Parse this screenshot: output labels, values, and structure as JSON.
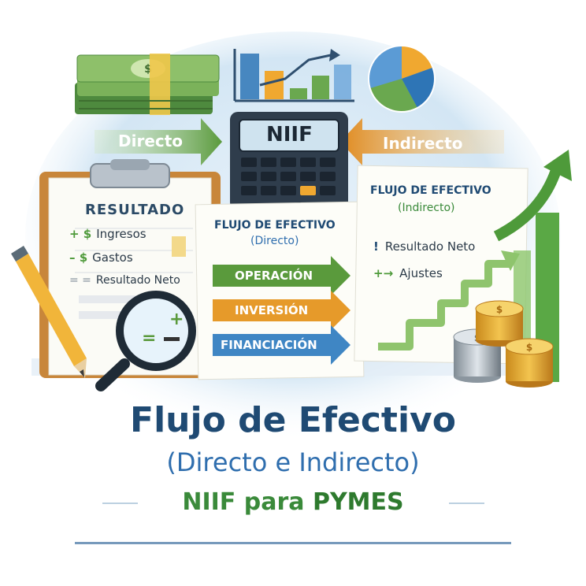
{
  "arrows": {
    "direct": "Directo",
    "indirect": "Indirecto"
  },
  "calculator": {
    "display": "NIIF"
  },
  "clipboard": {
    "title": "RESULTADO",
    "rows": [
      {
        "sign": "+ $",
        "label": "Ingresos"
      },
      {
        "sign": "– $",
        "label": "Gastos"
      },
      {
        "sign": "= =",
        "label": "Resultado Neto"
      }
    ]
  },
  "direct_sheet": {
    "title": "FLUJO DE EFECTIVO",
    "subtitle": "(Directo)",
    "bands": [
      {
        "label": "OPERACIÓN",
        "color": "#5a9a3c"
      },
      {
        "label": "INVERSIÓN",
        "color": "#e69a2a"
      },
      {
        "label": "FINANCIACIÓN",
        "color": "#3f86c4"
      }
    ]
  },
  "indirect_sheet": {
    "title": "FLUJO DE EFECTIVO",
    "subtitle": "(Indirecto)",
    "rows": [
      {
        "sign": "!",
        "label": "Resultado Neto"
      },
      {
        "sign": "+→",
        "label": "Ajustes"
      }
    ]
  },
  "headline": {
    "line1": "Flujo de Efectivo",
    "line2": "(Directo e Indirecto)",
    "line3_part1": "NIIF para",
    "line3_part2": "PYMES"
  },
  "colors": {
    "navy": "#1f4a73",
    "blue": "#2f6eae",
    "green": "#3a8a3a",
    "orange": "#e69a2a"
  }
}
